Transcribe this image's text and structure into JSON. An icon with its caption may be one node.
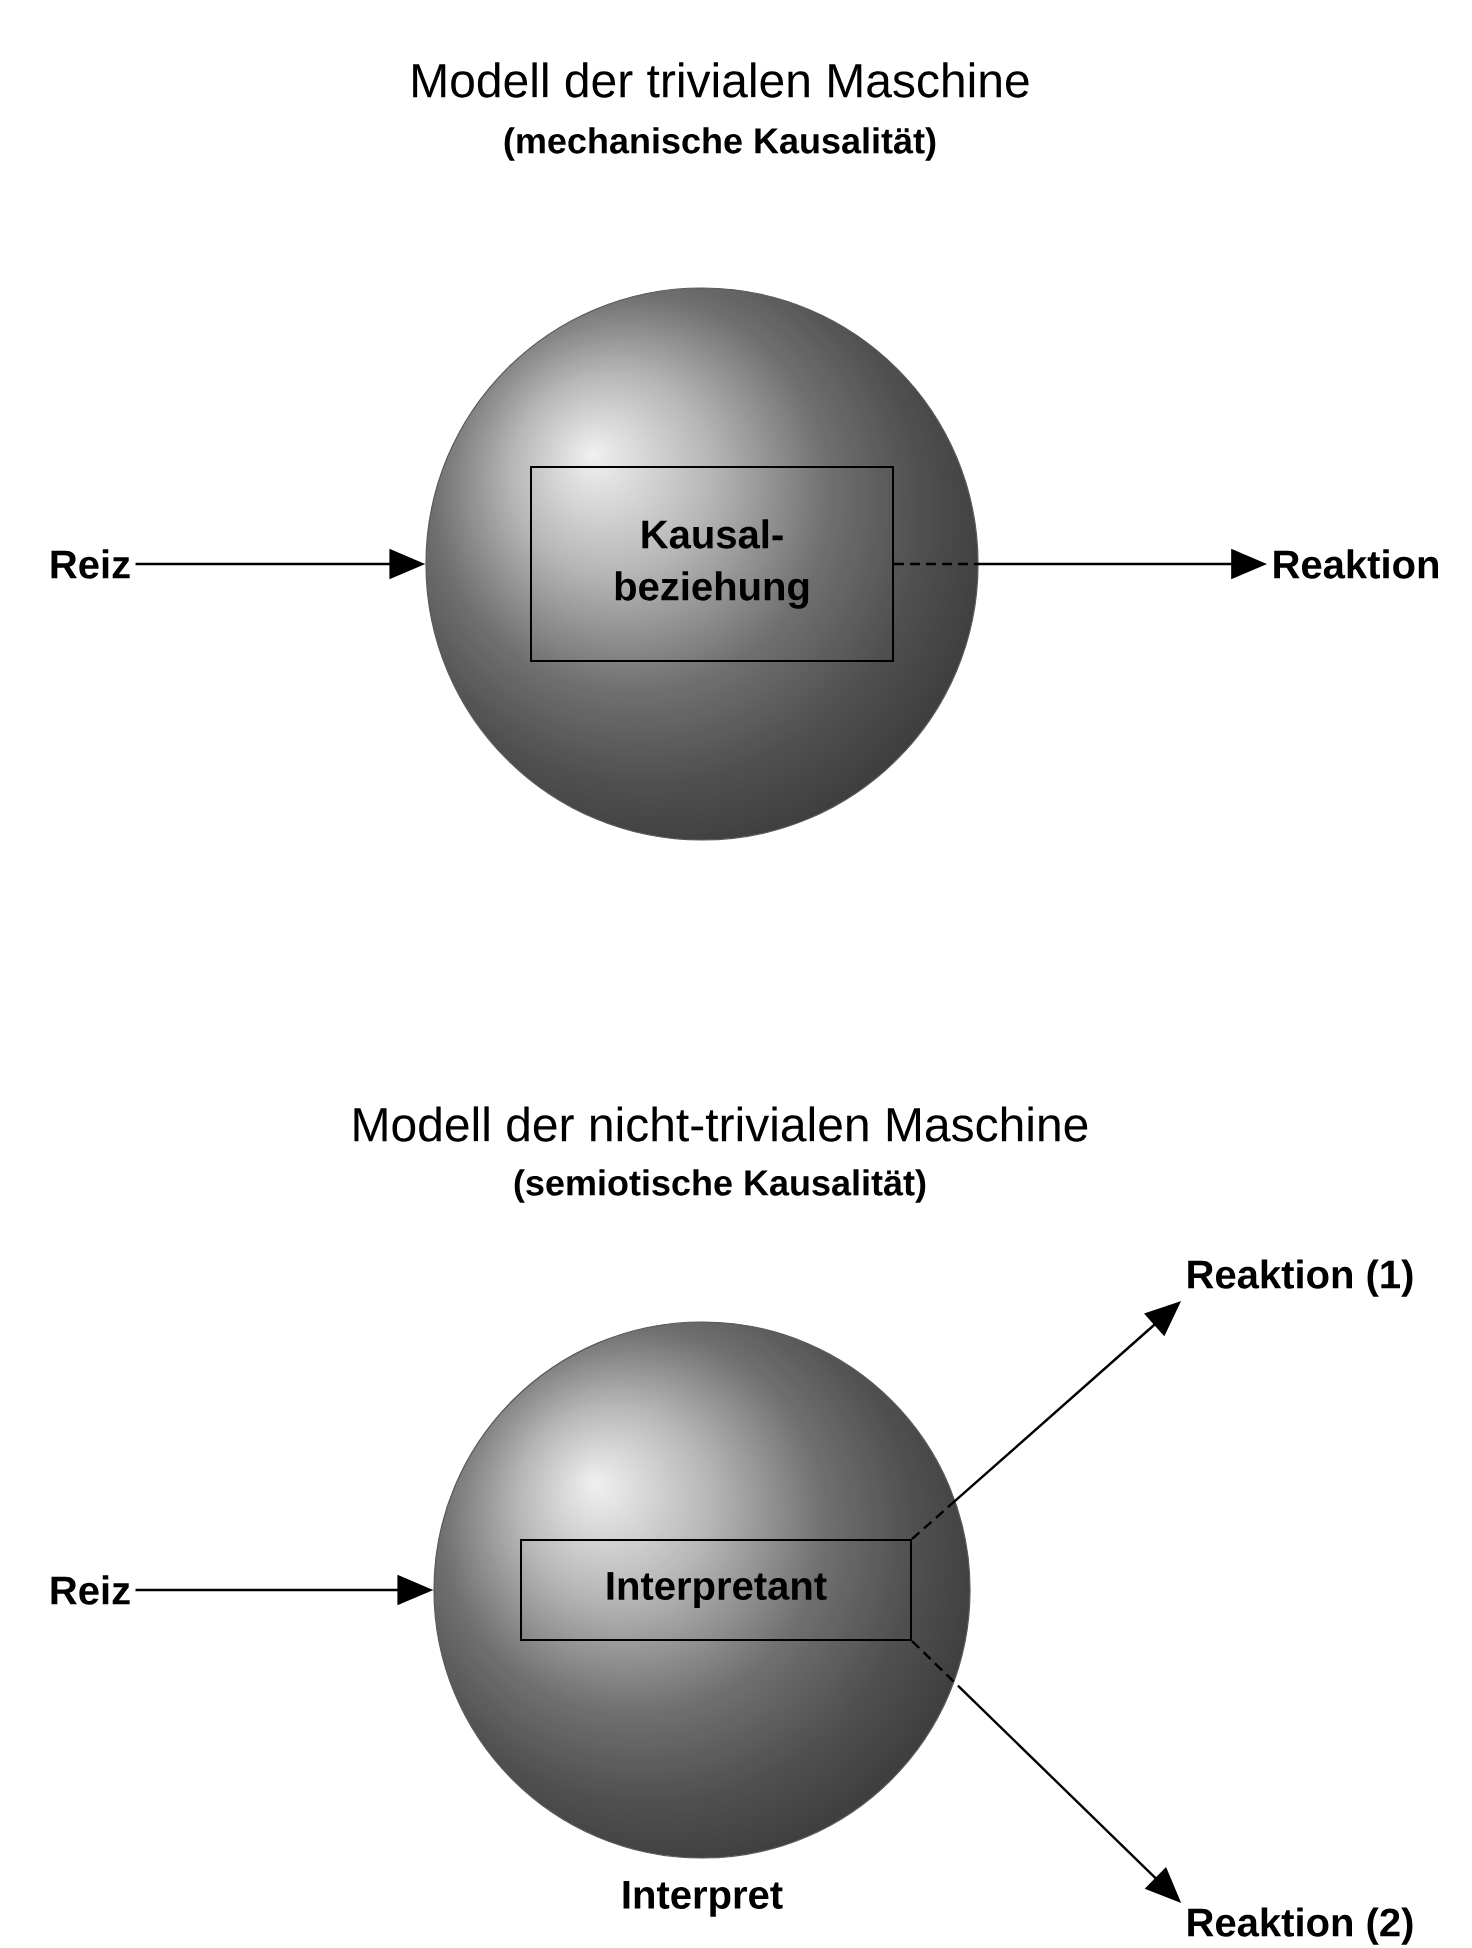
{
  "diagram": {
    "nodes": [
      {
        "text": [
          "Reiz"
        ]
      },
      {
        "text": [],
        "shape": "circle"
      },
      {
        "text": [
          "Kausal- beziehung"
        ],
        "in": 1
      },
      {
        "text": [
          "Reaktion"
        ]
      },
      {
        "text": [
          "Reiz"
        ]
      },
      {
        "text": [],
        "shape": "circle",
        "beside": [
          "Interpret"
        ]
      },
      {
        "text": [
          "Interpretant"
        ],
        "in": 5
      },
      {
        "text": [
          "Reaktion (1)"
        ]
      },
      {
        "text": [
          "Reaktion (2)"
        ]
      }
    ],
    "edges": [
      {
        "from": 0,
        "to": 1,
        "arrow": "to"
      },
      {
        "from": 2,
        "to": 3,
        "arrow": "to",
        "style": "dashed"
      },
      {
        "from": 4,
        "to": 5,
        "arrow": "to"
      },
      {
        "from": 6,
        "to": 7,
        "arrow": "to",
        "style": "dashed"
      },
      {
        "from": 6,
        "to": 8,
        "arrow": "to",
        "style": "dashed"
      }
    ],
    "labels": [
      "Modell der trivialen Maschine",
      "(mechanische Kausalität)",
      "Modell der nicht-trivialen Maschine",
      "(semiotische Kausalität)"
    ]
  }
}
